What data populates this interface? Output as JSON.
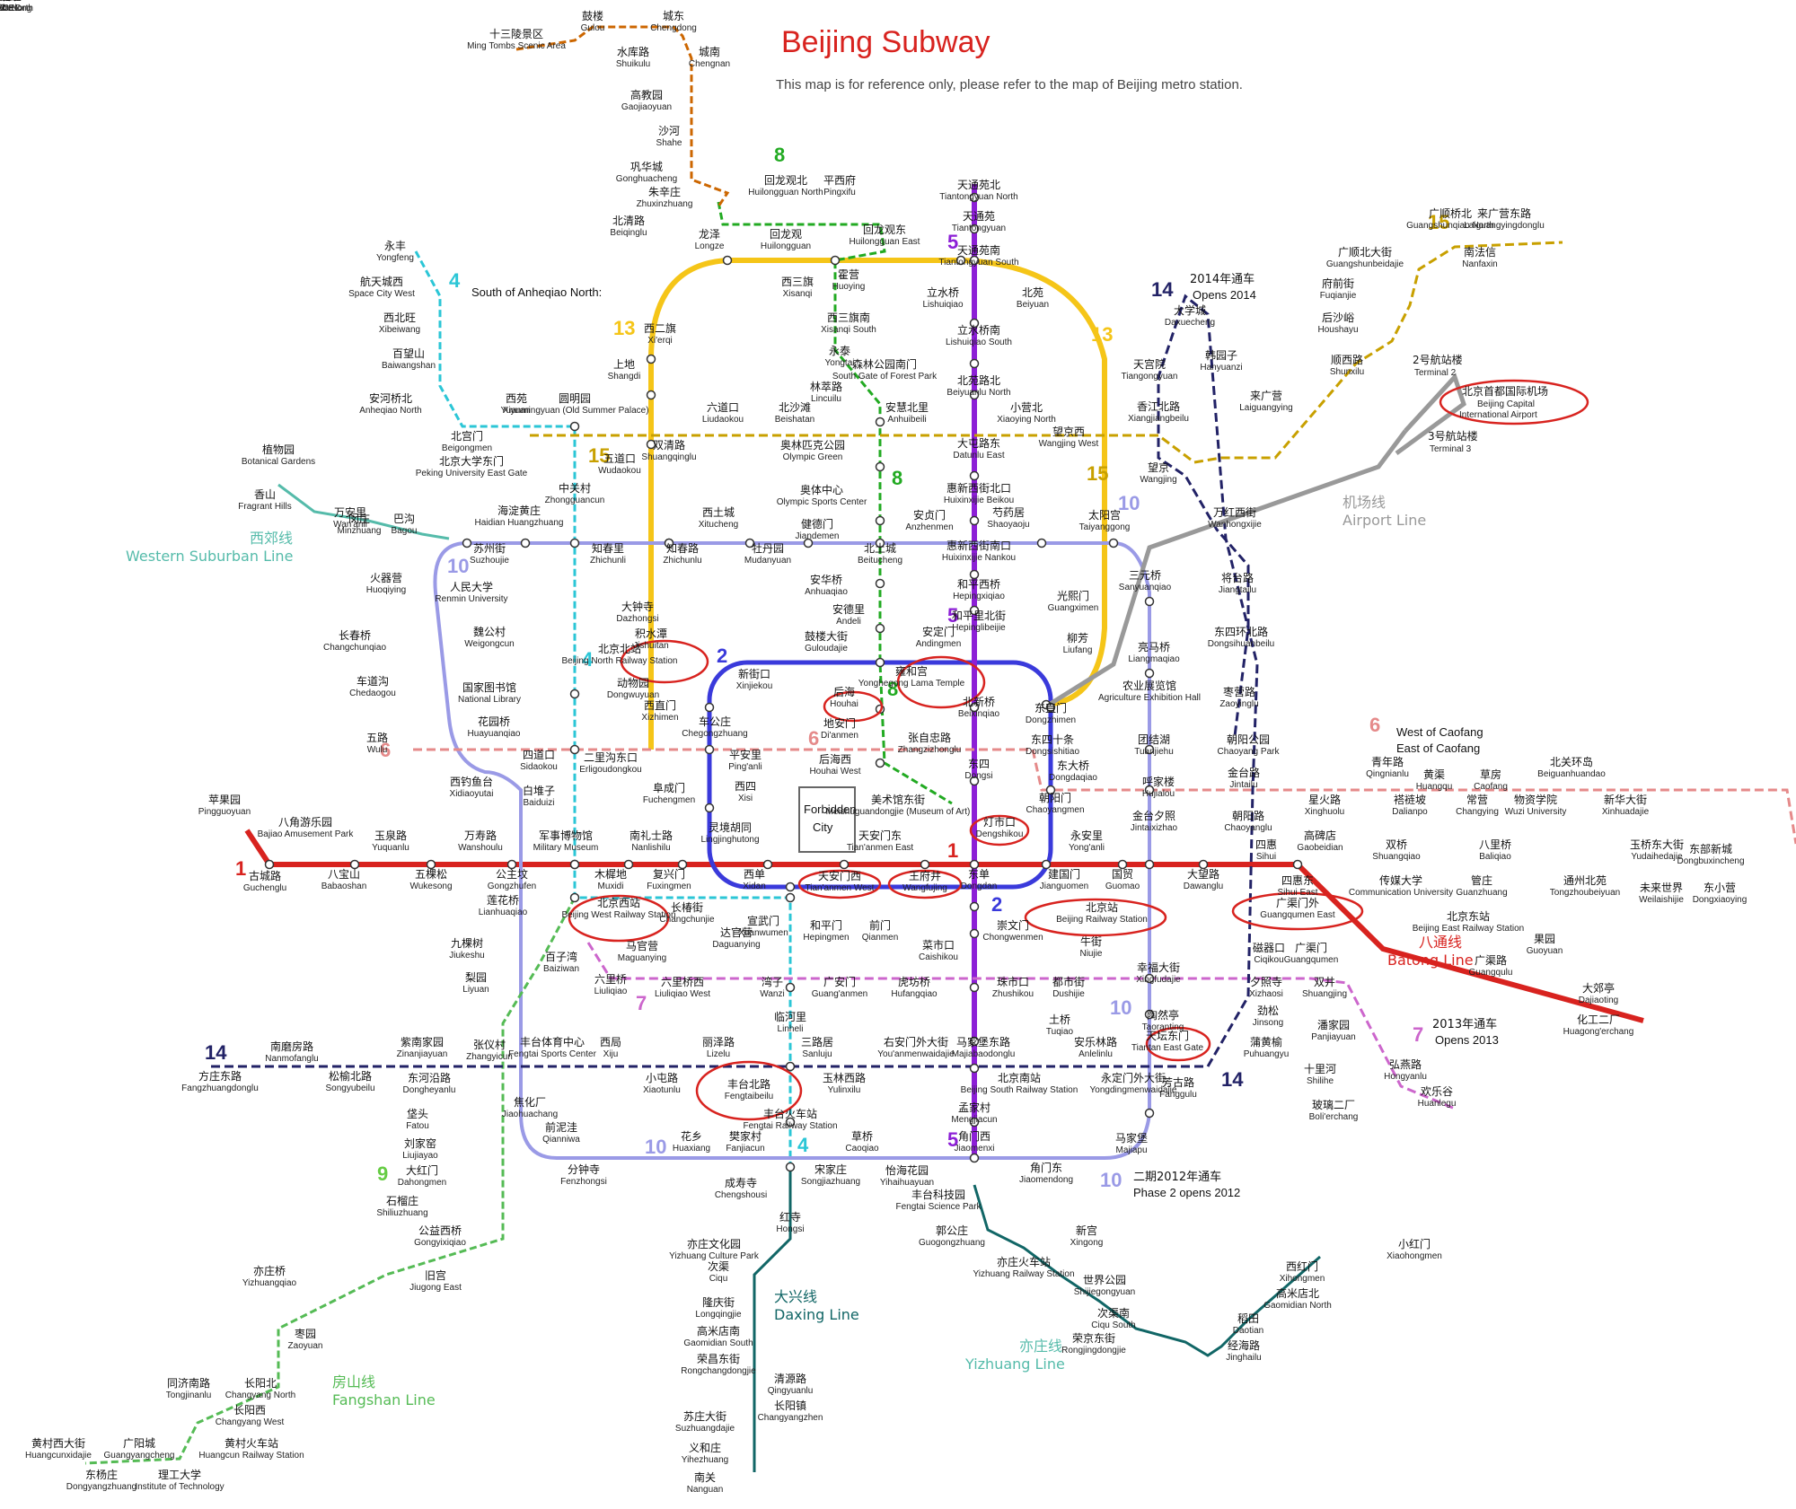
{
  "header": {
    "title": "Beijing Subway",
    "subtitle": "This map is for reference only, please refer to the map of Beijing metro station."
  },
  "colors": {
    "line1": "#d8231f",
    "line2": "#3a3adb",
    "line4": "#2bc6d6",
    "line5": "#8c1fd6",
    "line6": "#e58a8a",
    "line8": "#22aa22",
    "line9": "#66cc44",
    "line10": "#9a9ae6",
    "line13": "#f5c518",
    "line14": "#222266",
    "line15": "#c8a000",
    "changping": "#cc6600",
    "daxing": "#116666",
    "yizhuang": "#cc66cc",
    "fangshan": "#55bb55",
    "airport": "#999999",
    "batong": "#d8231f",
    "western": "#55bbaa",
    "highlight": "#d8231f"
  },
  "line_numbers": {
    "l1a": "1",
    "l1b": "1",
    "l2a": "2",
    "l2b": "2",
    "l4a": "4",
    "l4b": "4",
    "l4c": "4",
    "l5a": "5",
    "l5b": "5",
    "l5c": "5",
    "l6a": "6",
    "l6b": "6",
    "l6c": "6",
    "l7a": "7",
    "l7b": "7",
    "l8a": "8",
    "l8b": "8",
    "l8c": "8",
    "l9": "9",
    "l10a": "10",
    "l10b": "10",
    "l10c": "10",
    "l10d": "10",
    "l10e": "10",
    "l10f": "10",
    "l13a": "13",
    "l13b": "13",
    "l14a": "14",
    "l14b": "14",
    "l14c": "14",
    "l15a": "15",
    "l15b": "15",
    "l15c": "15"
  },
  "line_names": {
    "western_cn": "西郊线",
    "western_en": "Western Suburban Line",
    "airport_cn": "机场线",
    "airport_en": "Airport Line",
    "batong_cn": "八通线",
    "batong_en": "Batong Line",
    "daxing_cn": "大兴线",
    "daxing_en": "Daxing Line",
    "yizhuang_cn": "亦庄线",
    "yizhuang_en": "Yizhuang Line",
    "fangshan_cn": "房山线",
    "fangshan_en": "Fangshan Line"
  },
  "notes": {
    "anheqiao": "South of Anheqiao North:",
    "l14_cn": "2014年通车",
    "l14_en": "Opens 2014",
    "l7_cn": "2013年通车",
    "l7_en": "Opens 2013",
    "l10_cn": "二期2012年通车",
    "l10_en": "Phase 2 opens 2012",
    "caofang1": "West of Caofang",
    "caofang2": "East of Caofang",
    "forbidden1": "Forbidden",
    "forbidden2": "City",
    "t2_cn": "2号航站楼",
    "t2_en": "Terminal 2",
    "t3_cn": "3号航站楼",
    "t3_en": "Terminal 3",
    "airport_cn": "北京首都国际机场",
    "airport_en1": "Beijing Capital",
    "airport_en2": "International Airport"
  },
  "stations": [
    {
      "cn": "十三陵景区",
      "en": "Ming Tombs Scenic Area"
    },
    {
      "cn": "鼓楼",
      "en": "Gulou"
    },
    {
      "cn": "城东",
      "en": "Chengdong"
    },
    {
      "cn": "水库路",
      "en": "Shuikulu"
    },
    {
      "cn": "城南",
      "en": "Chengnan"
    },
    {
      "cn": "高教园",
      "en": "Gaojiaoyuan"
    },
    {
      "cn": "沙河",
      "en": "Shahe"
    },
    {
      "cn": "巩华城",
      "en": "Gonghuacheng"
    },
    {
      "cn": "朱辛庄",
      "en": "Zhuxinzhuang"
    },
    {
      "cn": "北清路",
      "en": "Beiqinglu"
    },
    {
      "cn": "回龙观北",
      "en": "Huilongguan North"
    },
    {
      "cn": "平西府",
      "en": "Pingxifu"
    },
    {
      "cn": "回龙观东",
      "en": "Huilongguan East"
    },
    {
      "cn": "龙泽",
      "en": "Longze"
    },
    {
      "cn": "回龙观",
      "en": "Huilongguan"
    },
    {
      "cn": "天通苑北",
      "en": "Tiantongyuan North"
    },
    {
      "cn": "天通苑",
      "en": "Tiantongyuan"
    },
    {
      "cn": "天通苑南",
      "en": "Tiantongyuan South"
    },
    {
      "cn": "西二旗",
      "en": "Xi'erqi"
    },
    {
      "cn": "西三旗",
      "en": "Xisanqi"
    },
    {
      "cn": "霍营",
      "en": "Huoying"
    },
    {
      "cn": "立水桥",
      "en": "Lishuiqiao"
    },
    {
      "cn": "北苑",
      "en": "Beiyuan"
    },
    {
      "cn": "西三旗南",
      "en": "Xisanqi South"
    },
    {
      "cn": "立水桥南",
      "en": "Lishuiqiao South"
    },
    {
      "cn": "永泰",
      "en": "Yongtai"
    },
    {
      "cn": "永丰",
      "en": "Yongfeng"
    },
    {
      "cn": "航天城西",
      "en": "Space City West"
    },
    {
      "cn": "西北旺",
      "en": "Xibeiwang"
    },
    {
      "cn": "百望山",
      "en": "Baiwangshan"
    },
    {
      "cn": "安河桥北",
      "en": "Anheqiao North"
    },
    {
      "cn": "上地",
      "en": "Shangdi"
    },
    {
      "cn": "林萃路",
      "en": "Lincuilu"
    },
    {
      "cn": "森林公园南门",
      "en": "South Gate of Forest Park"
    },
    {
      "cn": "北苑路北",
      "en": "Beiyuanlu North"
    },
    {
      "cn": "西苑",
      "en": "Xiyuan"
    },
    {
      "cn": "圆明园",
      "en": "Yuanmingyuan (Old Summer Palace)"
    },
    {
      "cn": "六道口",
      "en": "Liudaokou"
    },
    {
      "cn": "北沙滩",
      "en": "Beishatan"
    },
    {
      "cn": "安慧北里",
      "en": "Anhuibeili"
    },
    {
      "cn": "小营北",
      "en": "Xiaoying North"
    },
    {
      "cn": "北宫门",
      "en": "Beigongmen"
    },
    {
      "cn": "北京大学东门",
      "en": "Peking University East Gate"
    },
    {
      "cn": "双清路",
      "en": "Shuangqinglu"
    },
    {
      "cn": "奥林匹克公园",
      "en": "Olympic Green"
    },
    {
      "cn": "大屯路东",
      "en": "Datunlu East"
    },
    {
      "cn": "望京西",
      "en": "Wangjing West"
    },
    {
      "cn": "五道口",
      "en": "Wudaokou"
    },
    {
      "cn": "望京",
      "en": "Wangjing"
    },
    {
      "cn": "香山",
      "en": "Fragrant Hills"
    },
    {
      "cn": "植物园",
      "en": "Botanical Gardens"
    },
    {
      "cn": "万安里",
      "en": "Wan'anli"
    },
    {
      "cn": "闵庄",
      "en": "Minzhuang"
    },
    {
      "cn": "巴沟",
      "en": "Bagou"
    },
    {
      "cn": "中关村",
      "en": "Zhongguancun"
    },
    {
      "cn": "海淀黄庄",
      "en": "Haidian Huangzhuang"
    },
    {
      "cn": "西土城",
      "en": "Xitucheng"
    },
    {
      "cn": "奥体中心",
      "en": "Olympic Sports Center"
    },
    {
      "cn": "健德门",
      "en": "Jiandemen"
    },
    {
      "cn": "安贞门",
      "en": "Anzhenmen"
    },
    {
      "cn": "惠新西街北口",
      "en": "Huixinxijie Beikou"
    },
    {
      "cn": "芍药居",
      "en": "Shaoyaoju"
    },
    {
      "cn": "太阳宫",
      "en": "Taiyanggong"
    },
    {
      "cn": "苏州街",
      "en": "Suzhoujie"
    },
    {
      "cn": "知春里",
      "en": "Zhichunli"
    },
    {
      "cn": "知春路",
      "en": "Zhichunlu"
    },
    {
      "cn": "牡丹园",
      "en": "Mudanyuan"
    },
    {
      "cn": "北土城",
      "en": "Beitucheng"
    },
    {
      "cn": "惠新西街南口",
      "en": "Huixinxijie Nankou"
    },
    {
      "cn": "万红西街",
      "en": "Wanhongxijie"
    },
    {
      "cn": "火器营",
      "en": "Huoqiying"
    },
    {
      "cn": "人民大学",
      "en": "Renmin University"
    },
    {
      "cn": "安华桥",
      "en": "Anhuaqiao"
    },
    {
      "cn": "和平西桥",
      "en": "Hepingxiqiao"
    },
    {
      "cn": "三元桥",
      "en": "Sanyuanqiao"
    },
    {
      "cn": "大钟寺",
      "en": "Dazhongsi"
    },
    {
      "cn": "安德里",
      "en": "Andeli"
    },
    {
      "cn": "和平里北街",
      "en": "Hepinglibeijie"
    },
    {
      "cn": "光熙门",
      "en": "Guangximen"
    },
    {
      "cn": "将台路",
      "en": "Jiangtailu"
    },
    {
      "cn": "长春桥",
      "en": "Changchunqiao"
    },
    {
      "cn": "魏公村",
      "en": "Weigongcun"
    },
    {
      "cn": "积水潭",
      "en": "Jishuitan"
    },
    {
      "cn": "鼓楼大街",
      "en": "Guloudajie"
    },
    {
      "cn": "安定门",
      "en": "Andingmen"
    },
    {
      "cn": "柳芳",
      "en": "Liufang"
    },
    {
      "cn": "东四环北路",
      "en": "Dongsihuanbeilu"
    },
    {
      "cn": "北京北站",
      "en": "Beijing North Railway Station"
    },
    {
      "cn": "亮马桥",
      "en": "Liangmaqiao"
    },
    {
      "cn": "车道沟",
      "en": "Chedaogou"
    },
    {
      "cn": "国家图书馆",
      "en": "National Library"
    },
    {
      "cn": "动物园",
      "en": "Dongwuyuan"
    },
    {
      "cn": "新街口",
      "en": "Xinjiekou"
    },
    {
      "cn": "后海",
      "en": "Houhai"
    },
    {
      "cn": "雍和宫",
      "en": "Yonghegong Lama Temple"
    },
    {
      "cn": "北新桥",
      "en": "Beixinqiao"
    },
    {
      "cn": "东直门",
      "en": "Dongzhimen"
    },
    {
      "cn": "农业展览馆",
      "en": "Agriculture Exhibition Hall"
    },
    {
      "cn": "枣营路",
      "en": "Zaoyinglu"
    },
    {
      "cn": "花园桥",
      "en": "Huayuanqiao"
    },
    {
      "cn": "西直门",
      "en": "Xizhimen"
    },
    {
      "cn": "车公庄",
      "en": "Chegongzhuang"
    },
    {
      "cn": "地安门",
      "en": "Di'anmen"
    },
    {
      "cn": "张自忠路",
      "en": "Zhangzizhonglu"
    },
    {
      "cn": "东四十条",
      "en": "Dongsishitiao"
    },
    {
      "cn": "团结湖",
      "en": "Tuanjiehu"
    },
    {
      "cn": "朝阳公园",
      "en": "Chaoyang Park"
    },
    {
      "cn": "五路",
      "en": "Wulu"
    },
    {
      "cn": "四道口",
      "en": "Sidaokou"
    },
    {
      "cn": "二里沟东口",
      "en": "Erligoudongkou"
    },
    {
      "cn": "平安里",
      "en": "Ping'anli"
    },
    {
      "cn": "后海西",
      "en": "Houhai West"
    },
    {
      "cn": "东四",
      "en": "Dongsi"
    },
    {
      "cn": "东大桥",
      "en": "Dongdaqiao"
    },
    {
      "cn": "呼家楼",
      "en": "Hujialou"
    },
    {
      "cn": "金台路",
      "en": "Jintailu"
    },
    {
      "cn": "青年路",
      "en": "Qingnianlu"
    },
    {
      "cn": "黄渠",
      "en": "Huangqu"
    },
    {
      "cn": "草房",
      "en": "Caofang"
    },
    {
      "cn": "北关环岛",
      "en": "Beiguanhuandao"
    },
    {
      "cn": "西钓鱼台",
      "en": "Xidiaoyutai"
    },
    {
      "cn": "白堆子",
      "en": "Baiduizi"
    },
    {
      "cn": "阜成门",
      "en": "Fuchengmen"
    },
    {
      "cn": "西四",
      "en": "Xisi"
    },
    {
      "cn": "美术馆东街",
      "en": "Meishuguandongjie (Museum of Art)"
    },
    {
      "cn": "朝阳门",
      "en": "Chaoyangmen"
    },
    {
      "cn": "金台夕照",
      "en": "Jintaixizhao"
    },
    {
      "cn": "朝阳路",
      "en": "Chaoyanglu"
    },
    {
      "cn": "星火路",
      "en": "Xinghuolu"
    },
    {
      "cn": "褡裢坡",
      "en": "Dalianpo"
    },
    {
      "cn": "常营",
      "en": "Changying"
    },
    {
      "cn": "物资学院",
      "en": "Wuzi University"
    },
    {
      "cn": "新华大街",
      "en": "Xinhuadajie"
    },
    {
      "cn": "苹果园",
      "en": "Pingguoyuan"
    },
    {
      "cn": "八角游乐园",
      "en": "Bajiao Amusement Park"
    },
    {
      "cn": "玉泉路",
      "en": "Yuquanlu"
    },
    {
      "cn": "万寿路",
      "en": "Wanshoulu"
    },
    {
      "cn": "军事博物馆",
      "en": "Military Museum"
    },
    {
      "cn": "南礼士路",
      "en": "Nanlishilu"
    },
    {
      "cn": "灵境胡同",
      "en": "Lingjinghutong"
    },
    {
      "cn": "天安门东",
      "en": "Tian'anmen East"
    },
    {
      "cn": "灯市口",
      "en": "Dengshikou"
    },
    {
      "cn": "永安里",
      "en": "Yong'anli"
    },
    {
      "cn": "四惠",
      "en": "Sihui"
    },
    {
      "cn": "高碑店",
      "en": "Gaobeidian"
    },
    {
      "cn": "双桥",
      "en": "Shuangqiao"
    },
    {
      "cn": "八里桥",
      "en": "Baliqiao"
    },
    {
      "cn": "玉桥东大街",
      "en": "Yudaihedajie"
    },
    {
      "cn": "东部新城",
      "en": "Dongbuxincheng"
    },
    {
      "cn": "古城路",
      "en": "Guchenglu"
    },
    {
      "cn": "八宝山",
      "en": "Babaoshan"
    },
    {
      "cn": "五棵松",
      "en": "Wukesong"
    },
    {
      "cn": "公主坟",
      "en": "Gongzhufen"
    },
    {
      "cn": "木樨地",
      "en": "Muxidi"
    },
    {
      "cn": "复兴门",
      "en": "Fuxingmen"
    },
    {
      "cn": "西单",
      "en": "Xidan"
    },
    {
      "cn": "天安门西",
      "en": "Tian'anmen West"
    },
    {
      "cn": "王府井",
      "en": "Wangfujing"
    },
    {
      "cn": "东单",
      "en": "Dongdan"
    },
    {
      "cn": "建国门",
      "en": "Jianguomen"
    },
    {
      "cn": "国贸",
      "en": "Guomao"
    },
    {
      "cn": "大望路",
      "en": "Dawanglu"
    },
    {
      "cn": "四惠东",
      "en": "Sihui East"
    },
    {
      "cn": "传媒大学",
      "en": "Communication University"
    },
    {
      "cn": "管庄",
      "en": "Guanzhuang"
    },
    {
      "cn": "通州北苑",
      "en": "Tongzhoubeiyuan"
    },
    {
      "cn": "未来世界",
      "en": "Weilaishijie"
    },
    {
      "cn": "东小营",
      "en": "Dongxiaoying"
    },
    {
      "cn": "莲花桥",
      "en": "Lianhuaqiao"
    },
    {
      "cn": "北京西站",
      "en": "Beijing West Railway Station"
    },
    {
      "cn": "长椿街",
      "en": "Changchunjie"
    },
    {
      "cn": "宣武门",
      "en": "Xuanwumen"
    },
    {
      "cn": "和平门",
      "en": "Hepingmen"
    },
    {
      "cn": "前门",
      "en": "Qianmen"
    },
    {
      "cn": "崇文门",
      "en": "Chongwenmen"
    },
    {
      "cn": "北京站",
      "en": "Beijing Railway Station"
    },
    {
      "cn": "广渠门外",
      "en": "Guangqumen East"
    },
    {
      "cn": "北京东站",
      "en": "Beijing East Railway Station"
    },
    {
      "cn": "果园",
      "en": "Guoyuan"
    },
    {
      "cn": "九棵树",
      "en": "Jiukeshu"
    },
    {
      "cn": "马官营",
      "en": "Maguanying"
    },
    {
      "cn": "达官营",
      "en": "Daguanying"
    },
    {
      "cn": "菜市口",
      "en": "Caishikou"
    },
    {
      "cn": "牛街",
      "en": "Niujie"
    },
    {
      "cn": "磁器口",
      "en": "Ciqikou"
    },
    {
      "cn": "广渠门",
      "en": "Guangqumen"
    },
    {
      "cn": "广渠路",
      "en": "Guangqulu"
    },
    {
      "cn": "百子湾",
      "en": "Baiziwan"
    },
    {
      "cn": "梨园",
      "en": "Liyuan"
    },
    {
      "cn": "六里桥",
      "en": "Liuliqiao"
    },
    {
      "cn": "六里桥西",
      "en": "Liuliqiao West"
    },
    {
      "cn": "湾子",
      "en": "Wanzi"
    },
    {
      "cn": "广安门",
      "en": "Guang'anmen"
    },
    {
      "cn": "虎坊桥",
      "en": "Hufangqiao"
    },
    {
      "cn": "珠市口",
      "en": "Zhushikou"
    },
    {
      "cn": "都市街",
      "en": "Dushijie"
    },
    {
      "cn": "幸福大街",
      "en": "Xingfudajie"
    },
    {
      "cn": "夕照寺",
      "en": "Xizhaosi"
    },
    {
      "cn": "双井",
      "en": "Shuangjing"
    },
    {
      "cn": "大郊亭",
      "en": "Dajiaoting"
    },
    {
      "cn": "化工二厂",
      "en": "Huagong'erchang"
    },
    {
      "cn": "临河里",
      "en": "Linheli"
    },
    {
      "cn": "土桥",
      "en": "Tuqiao"
    },
    {
      "cn": "陶然亭",
      "en": "Taoranting"
    },
    {
      "cn": "天坛东门",
      "en": "Tiantan East Gate"
    },
    {
      "cn": "劲松",
      "en": "Jinsong"
    },
    {
      "cn": "潘家园",
      "en": "Panjiayuan"
    },
    {
      "cn": "南磨房路",
      "en": "Nanmofanglu"
    },
    {
      "cn": "紫南家园",
      "en": "Zinanjiayuan"
    },
    {
      "cn": "张仪村",
      "en": "Zhangyicun"
    },
    {
      "cn": "丰台体育中心",
      "en": "Fengtai Sports Center"
    },
    {
      "cn": "西局",
      "en": "Xiju"
    },
    {
      "cn": "丽泽路",
      "en": "Lizelu"
    },
    {
      "cn": "三路居",
      "en": "Sanluju"
    },
    {
      "cn": "右安门外大街",
      "en": "You'anmenwaidajie"
    },
    {
      "cn": "马家堡东路",
      "en": "Majiabaodonglu"
    },
    {
      "cn": "安乐林路",
      "en": "Anlelinlu"
    },
    {
      "cn": "蒲黄榆",
      "en": "Puhuangyu"
    },
    {
      "cn": "方庄东路",
      "en": "Fangzhuangdonglu"
    },
    {
      "cn": "松榆北路",
      "en": "Songyubeilu"
    },
    {
      "cn": "东河沿路",
      "en": "Dongheyanlu"
    },
    {
      "cn": "小屯路",
      "en": "Xiaotunlu"
    },
    {
      "cn": "丰台北路",
      "en": "Fengtaibeilu"
    },
    {
      "cn": "玉林西路",
      "en": "Yulinxilu"
    },
    {
      "cn": "北京南站",
      "en": "Beijing South Railway Station"
    },
    {
      "cn": "永定门外大街",
      "en": "Yongdingmenwaidajie"
    },
    {
      "cn": "芳古路",
      "en": "Fanggulu"
    },
    {
      "cn": "十里河",
      "en": "Shilihe"
    },
    {
      "cn": "弘燕路",
      "en": "Hongyanlu"
    },
    {
      "cn": "欢乐谷",
      "en": "Huanlegu"
    },
    {
      "cn": "玻璃二厂",
      "en": "Boli'erchang"
    },
    {
      "cn": "焦化厂",
      "en": "Jiaohuachang"
    },
    {
      "cn": "垡头",
      "en": "Fatou"
    },
    {
      "cn": "前泥洼",
      "en": "Qianniwa"
    },
    {
      "cn": "丰台火车站",
      "en": "Fengtai Railway Station"
    },
    {
      "cn": "孟家村",
      "en": "Mengjiacun"
    },
    {
      "cn": "马家堡",
      "en": "Majiapu"
    },
    {
      "cn": "刘家窑",
      "en": "Liujiayao"
    },
    {
      "cn": "分钟寺",
      "en": "Fenzhongsi"
    },
    {
      "cn": "花乡",
      "en": "Huaxiang"
    },
    {
      "cn": "樊家村",
      "en": "Fanjiacun"
    },
    {
      "cn": "草桥",
      "en": "Caoqiao"
    },
    {
      "cn": "角门西",
      "en": "Jiaomenxi"
    },
    {
      "cn": "大红门",
      "en": "Dahongmen"
    },
    {
      "cn": "宋家庄",
      "en": "Songjiazhuang"
    },
    {
      "cn": "怡海花园",
      "en": "Yihaihuayuan"
    },
    {
      "cn": "角门东",
      "en": "Jiaomendong"
    },
    {
      "cn": "石榴庄",
      "en": "Shiliuzhuang"
    },
    {
      "cn": "成寿寺",
      "en": "Chengshousi"
    },
    {
      "cn": "丰台科技园",
      "en": "Fengtai Science Park"
    },
    {
      "cn": "公益西桥",
      "en": "Gongyixiqiao"
    },
    {
      "cn": "红寺",
      "en": "Hongsi"
    },
    {
      "cn": "郭公庄",
      "en": "Guogongzhuang"
    },
    {
      "cn": "新宫",
      "en": "Xingong"
    },
    {
      "cn": "小红门",
      "en": "Xiaohongmen"
    },
    {
      "cn": "亦庄文化园",
      "en": "Yizhuang Culture Park"
    },
    {
      "cn": "亦庄火车站",
      "en": "Yizhuang Railway Station"
    },
    {
      "cn": "西红门",
      "en": "Xihongmen"
    },
    {
      "cn": "旧宫",
      "en": "Jiugong East"
    },
    {
      "cn": "次渠",
      "en": "Ciqu"
    },
    {
      "cn": "世界公园",
      "en": "Shijiegongyuan"
    },
    {
      "cn": "高米店北",
      "en": "Gaomidian North"
    },
    {
      "cn": "亦庄桥",
      "en": "Yizhuangqiao"
    },
    {
      "cn": "隆庆街",
      "en": "Longqingjie"
    },
    {
      "cn": "次渠南",
      "en": "Ciqu South"
    },
    {
      "cn": "稻田",
      "en": "Daotian"
    },
    {
      "cn": "高米店南",
      "en": "Gaomidian South"
    },
    {
      "cn": "荣京东街",
      "en": "Rongjingdongjie"
    },
    {
      "cn": "经海路",
      "en": "Jinghailu"
    },
    {
      "cn": "枣园",
      "en": "Zaoyuan"
    },
    {
      "cn": "荣昌东街",
      "en": "Rongchangdongjie"
    },
    {
      "cn": "同济南路",
      "en": "Tongjinanlu"
    },
    {
      "cn": "长阳北",
      "en": "Changyang North"
    },
    {
      "cn": "清源路",
      "en": "Qingyuanlu"
    },
    {
      "cn": "长阳西",
      "en": "Changyang West"
    },
    {
      "cn": "长阳镇",
      "en": "Changyangzhen"
    },
    {
      "cn": "黄村西大街",
      "en": "Huangcunxidajie"
    },
    {
      "cn": "广阳城",
      "en": "Guangyangcheng"
    },
    {
      "cn": "黄村火车站",
      "en": "Huangcun Railway Station"
    },
    {
      "cn": "苏庄大街",
      "en": "Suzhuangdajie"
    },
    {
      "cn": "东杨庄",
      "en": "Dongyangzhuang"
    },
    {
      "cn": "理工大学",
      "en": "Institute of Technology"
    },
    {
      "cn": "义和庄",
      "en": "Yihezhuang"
    },
    {
      "cn": "南关",
      "en": "Nanguan"
    },
    {
      "cn": "大学城",
      "en": "Daxuecheng"
    },
    {
      "cn": "韩园子",
      "en": "Hanyuanzi"
    },
    {
      "cn": "天宫院",
      "en": "Tiangongyuan"
    },
    {
      "cn": "来广营",
      "en": "Laiguangying"
    },
    {
      "cn": "香江北路",
      "en": "Xiangjiangbeilu"
    },
    {
      "cn": "广顺桥北",
      "en": "Guangshunqiao North"
    },
    {
      "cn": "来广营东路",
      "en": "Laiguangyingdonglu"
    },
    {
      "cn": "广顺北大街",
      "en": "Guangshunbeidajie"
    },
    {
      "cn": "南法信",
      "en": "Nanfaxin"
    },
    {
      "cn": "府前街",
      "en": "Fuqianjie"
    },
    {
      "cn": "后沙峪",
      "en": "Houshayu"
    },
    {
      "cn": "顺西路",
      "en": "Shunxilu"
    },
    {
      "cn": "潮白河东",
      "en": "Chaobaihedong"
    },
    {
      "cn": "新国展北",
      "en": "New CIEC North"
    },
    {
      "cn": "新国展",
      "en": "New CIEC"
    },
    {
      "cn": "孙河",
      "en": "Sunhe"
    }
  ]
}
